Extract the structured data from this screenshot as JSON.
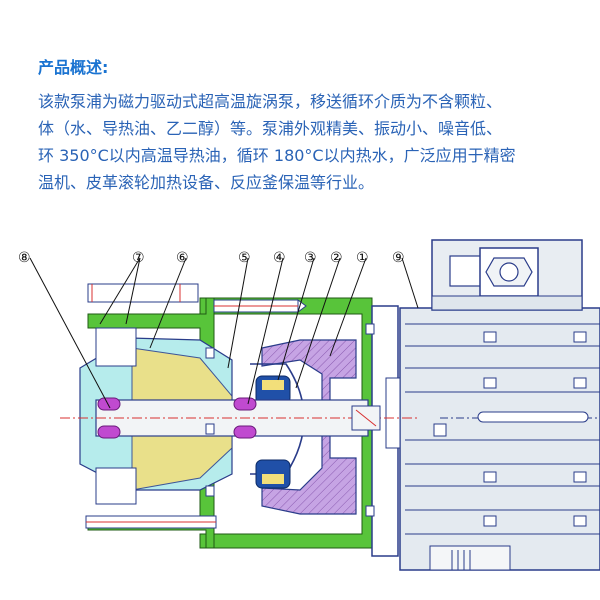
{
  "overview": {
    "heading": "产品概述:",
    "lines": [
      "该款泵浦为磁力驱动式超高温旋涡泵，移送循环介质为不含颗粒、",
      "体（水、导热油、乙二醇）等。泵浦外观精美、振动小、噪音低、",
      "环 350°C以内高温导热油，循环 180°C以内热水，广泛应用于精密",
      "温机、皮革滚轮加热设备、反应釜保温等行业。"
    ]
  },
  "diagram": {
    "callouts": [
      "⑧",
      "⑦",
      "⑥",
      "⑤",
      "④",
      "③",
      "②",
      "①",
      "⑨"
    ],
    "colors": {
      "frame_green": "#58c43a",
      "impeller_cyan": "#b6ecec",
      "magnet_purple": "#c6a4e4",
      "bearing_violet": "#c04ad0",
      "yellow_cone": "#f2df7a",
      "outline_blue": "#2a3c8a",
      "red_accent": "#d83030",
      "motor_gray": "#cdd6df"
    }
  }
}
